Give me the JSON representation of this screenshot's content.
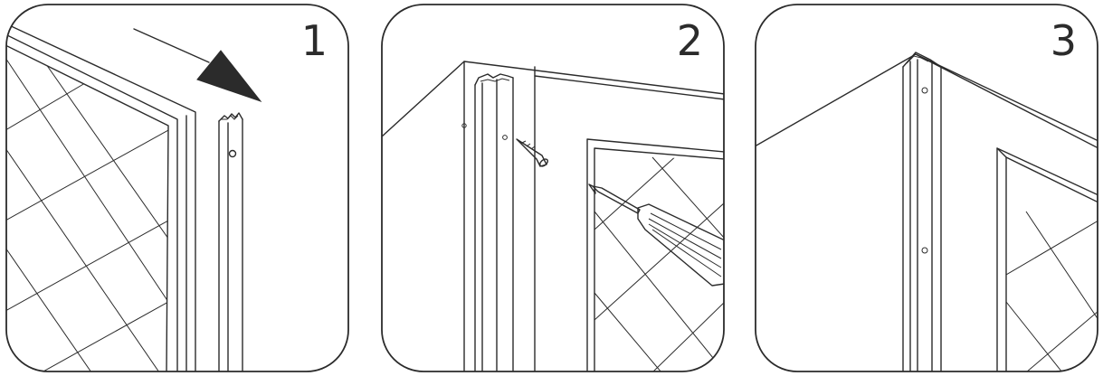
{
  "colors": {
    "line": "#2b2b2b",
    "background": "#ffffff"
  },
  "panels": [
    {
      "number": "1"
    },
    {
      "number": "2"
    },
    {
      "number": "3"
    }
  ]
}
